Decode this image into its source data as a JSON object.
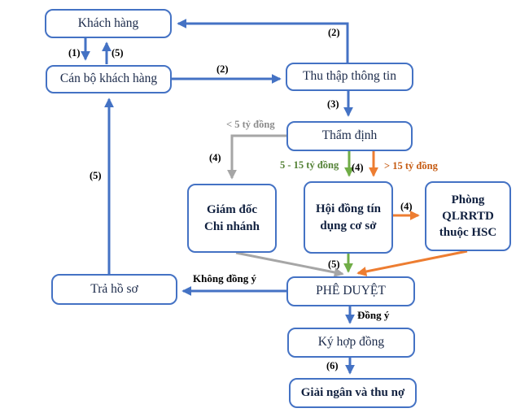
{
  "diagram": {
    "nodes": {
      "khach_hang": "Khách hàng",
      "can_bo": "Cán bộ khách hàng",
      "thu_thap": "Thu thập thông tin",
      "tham_dinh": "Thẩm định",
      "giam_doc": "Giám đốc\nChi nhánh",
      "hoi_dong": "Hội đồng tín\ndụng cơ sở",
      "phong_qlrrtd": "Phòng\nQLRRTD\nthuộc HSC",
      "tra_ho_so": "Trả hồ sơ",
      "phe_duyet": "PHÊ DUYỆT",
      "ky_hop_dong": "Ký hợp đồng",
      "giai_ngan": "Giải ngân và thu nợ"
    },
    "edge_labels": {
      "step1": "(1)",
      "step5_up": "(5)",
      "step2_right": "(2)",
      "step2_return": "(2)",
      "step3": "(3)",
      "lt5": "< 5 tỷ đồng",
      "step4_gray": "(4)",
      "mid_range": "5 - 15 tỷ đồng",
      "step4_green": "(4)",
      "gt15": "> 15 tỷ đồng",
      "step4_orange": "(4)",
      "step5_green": "(5)",
      "step5_left": "(5)",
      "khong_dong_y": "Không đồng ý",
      "dong_y": "Đồng ý",
      "step6": "(6)"
    },
    "colors": {
      "blue": "#4472C4",
      "gray": "#A6A6A6",
      "gray_text": "#8C8C8C",
      "green": "#70AD47",
      "green_text": "#538135",
      "orange": "#ED7D31",
      "orange_text": "#C55A11"
    }
  }
}
